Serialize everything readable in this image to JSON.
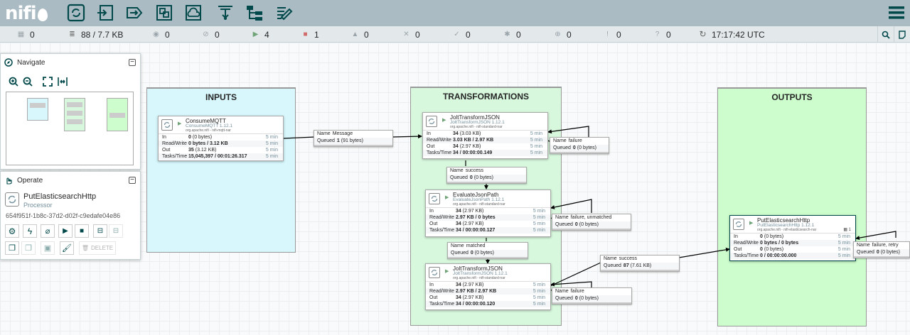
{
  "app": {
    "logo": "nifi"
  },
  "status": {
    "threads": "0",
    "queued": "88 / 7.7 KB",
    "transmitting": "0",
    "not_transmitting": "0",
    "running": "4",
    "stopped": "1",
    "invalid": "0",
    "disabled": "0",
    "up_to_date": "0",
    "locally_modified": "0",
    "stale": "0",
    "errors": "0",
    "sync_failure": "0",
    "time": "17:17:42 UTC"
  },
  "navigate": {
    "title": "Navigate"
  },
  "operate": {
    "title": "Operate",
    "selected_name": "PutElasticsearchHttp",
    "selected_type": "Processor",
    "selected_id": "654f951f-1b8c-37d2-d02f-c9edafe04e86",
    "delete_label": "DELETE"
  },
  "groups": {
    "inputs": "INPUTS",
    "transformations": "TRANSFORMATIONS",
    "outputs": "OUTPUTS"
  },
  "labels": {
    "in": "In",
    "rw": "Read/Write",
    "out": "Out",
    "tt": "Tasks/Time",
    "name": "Name",
    "queued": "Queued",
    "five": "5 min"
  },
  "processors": {
    "consume": {
      "name": "ConsumeMQTT",
      "type": "ConsumeMQTT 1.12.1",
      "bundle": "org.apache.nifi - nifi-mqtt-nar",
      "in": "0",
      "in_b": "(0 bytes)",
      "rw": "0 bytes / 3.12 KB",
      "out": "35",
      "out_b": "(3.12 KB)",
      "tt": "15,045,397 / 00:01:26.317"
    },
    "jolt1": {
      "name": "JoltTransformJSON",
      "type": "JoltTransformJSON 1.12.1",
      "bundle": "org.apache.nifi - nifi-standard-nar",
      "in": "34",
      "in_b": "(3.03 KB)",
      "rw": "3.03 KB / 2.97 KB",
      "out": "34",
      "out_b": "(2.97 KB)",
      "tt": "34 / 00:00:00.149"
    },
    "evaluate": {
      "name": "EvaluateJsonPath",
      "type": "EvaluateJsonPath 1.12.1",
      "bundle": "org.apache.nifi - nifi-standard-nar",
      "in": "34",
      "in_b": "(2.97 KB)",
      "rw": "2.97 KB / 0 bytes",
      "out": "34",
      "out_b": "(2.97 KB)",
      "tt": "34 / 00:00:00.127"
    },
    "jolt2": {
      "name": "JoltTransformJSON",
      "type": "JoltTransformJSON 1.12.1",
      "bundle": "org.apache.nifi - nifi-standard-nar",
      "in": "34",
      "in_b": "(2.97 KB)",
      "rw": "2.97 KB / 2.97 KB",
      "out": "34",
      "out_b": "(2.97 KB)",
      "tt": "34 / 00:00:00.120"
    },
    "put": {
      "name": "PutElasticsearchHttp",
      "type": "PutElasticsearchHttp 1.12.1",
      "bundle": "org.apache.nifi - nifi-elasticsearch-nar",
      "in": "0",
      "in_b": "(0 bytes)",
      "rw": "0 bytes / 0 bytes",
      "out": "0",
      "out_b": "(0 bytes)",
      "tt": "0 / 00:00:00.000",
      "badge": "1"
    }
  },
  "connections": {
    "message": {
      "name": "Message",
      "queued": "1",
      "queued_b": "(91 bytes)"
    },
    "failure1": {
      "name": "failure",
      "queued": "0",
      "queued_b": "(0 bytes)"
    },
    "success1": {
      "name": "success",
      "queued": "0",
      "queued_b": "(0 bytes)"
    },
    "failure2": {
      "name": "failure, unmatched",
      "queued": "0",
      "queued_b": "(0 bytes)"
    },
    "matched": {
      "name": "matched",
      "queued": "0",
      "queued_b": "(0 bytes)"
    },
    "success2": {
      "name": "success",
      "queued": "87",
      "queued_b": "(7.61 KB)"
    },
    "failure3": {
      "name": "failure",
      "queued": "0",
      "queued_b": "(0 bytes)"
    },
    "retry": {
      "name": "failure, retry",
      "queued": "0",
      "queued_b": "(0 bytes)"
    }
  }
}
